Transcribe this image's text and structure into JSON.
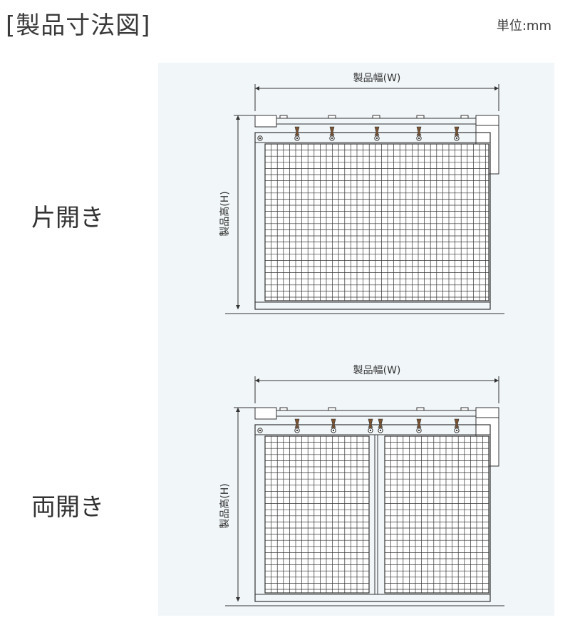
{
  "header": {
    "title": "[製品寸法図]",
    "unit": "単位:mm"
  },
  "diagrams": [
    {
      "label": "片開き",
      "width_label": "製品幅(W)",
      "height_label": "製品高(H)",
      "panels": 1
    },
    {
      "label": "両開き",
      "width_label": "製品幅(W)",
      "height_label": "製品高(H)",
      "panels": 2
    }
  ],
  "colors": {
    "background_panel": "#f1f6f8",
    "line": "#333333",
    "hook_brown": "#7a5230"
  }
}
